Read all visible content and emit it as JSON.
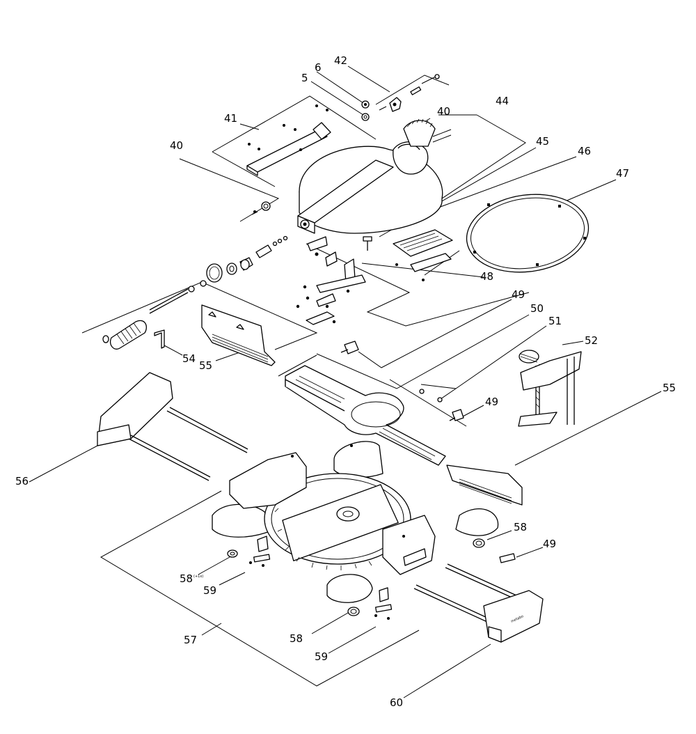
{
  "labels": {
    "l42": "42",
    "l6": "6",
    "l5": "5",
    "l44": "44",
    "l40a": "40",
    "l41": "41",
    "l40b": "40",
    "l45": "45",
    "l46": "46",
    "l47": "47",
    "l48": "48",
    "l49a": "49",
    "l50": "50",
    "l51": "51",
    "l52": "52",
    "l54": "54",
    "l55a": "55",
    "l49b": "49",
    "l55b": "55",
    "l56": "56",
    "l58a": "58",
    "l49c": "49",
    "l58b": "58",
    "l58b_suffix": "(+1x)",
    "l59a": "59",
    "l57": "57",
    "l58c": "58",
    "l59b": "59",
    "l60": "60"
  },
  "brand_text": "metabo"
}
